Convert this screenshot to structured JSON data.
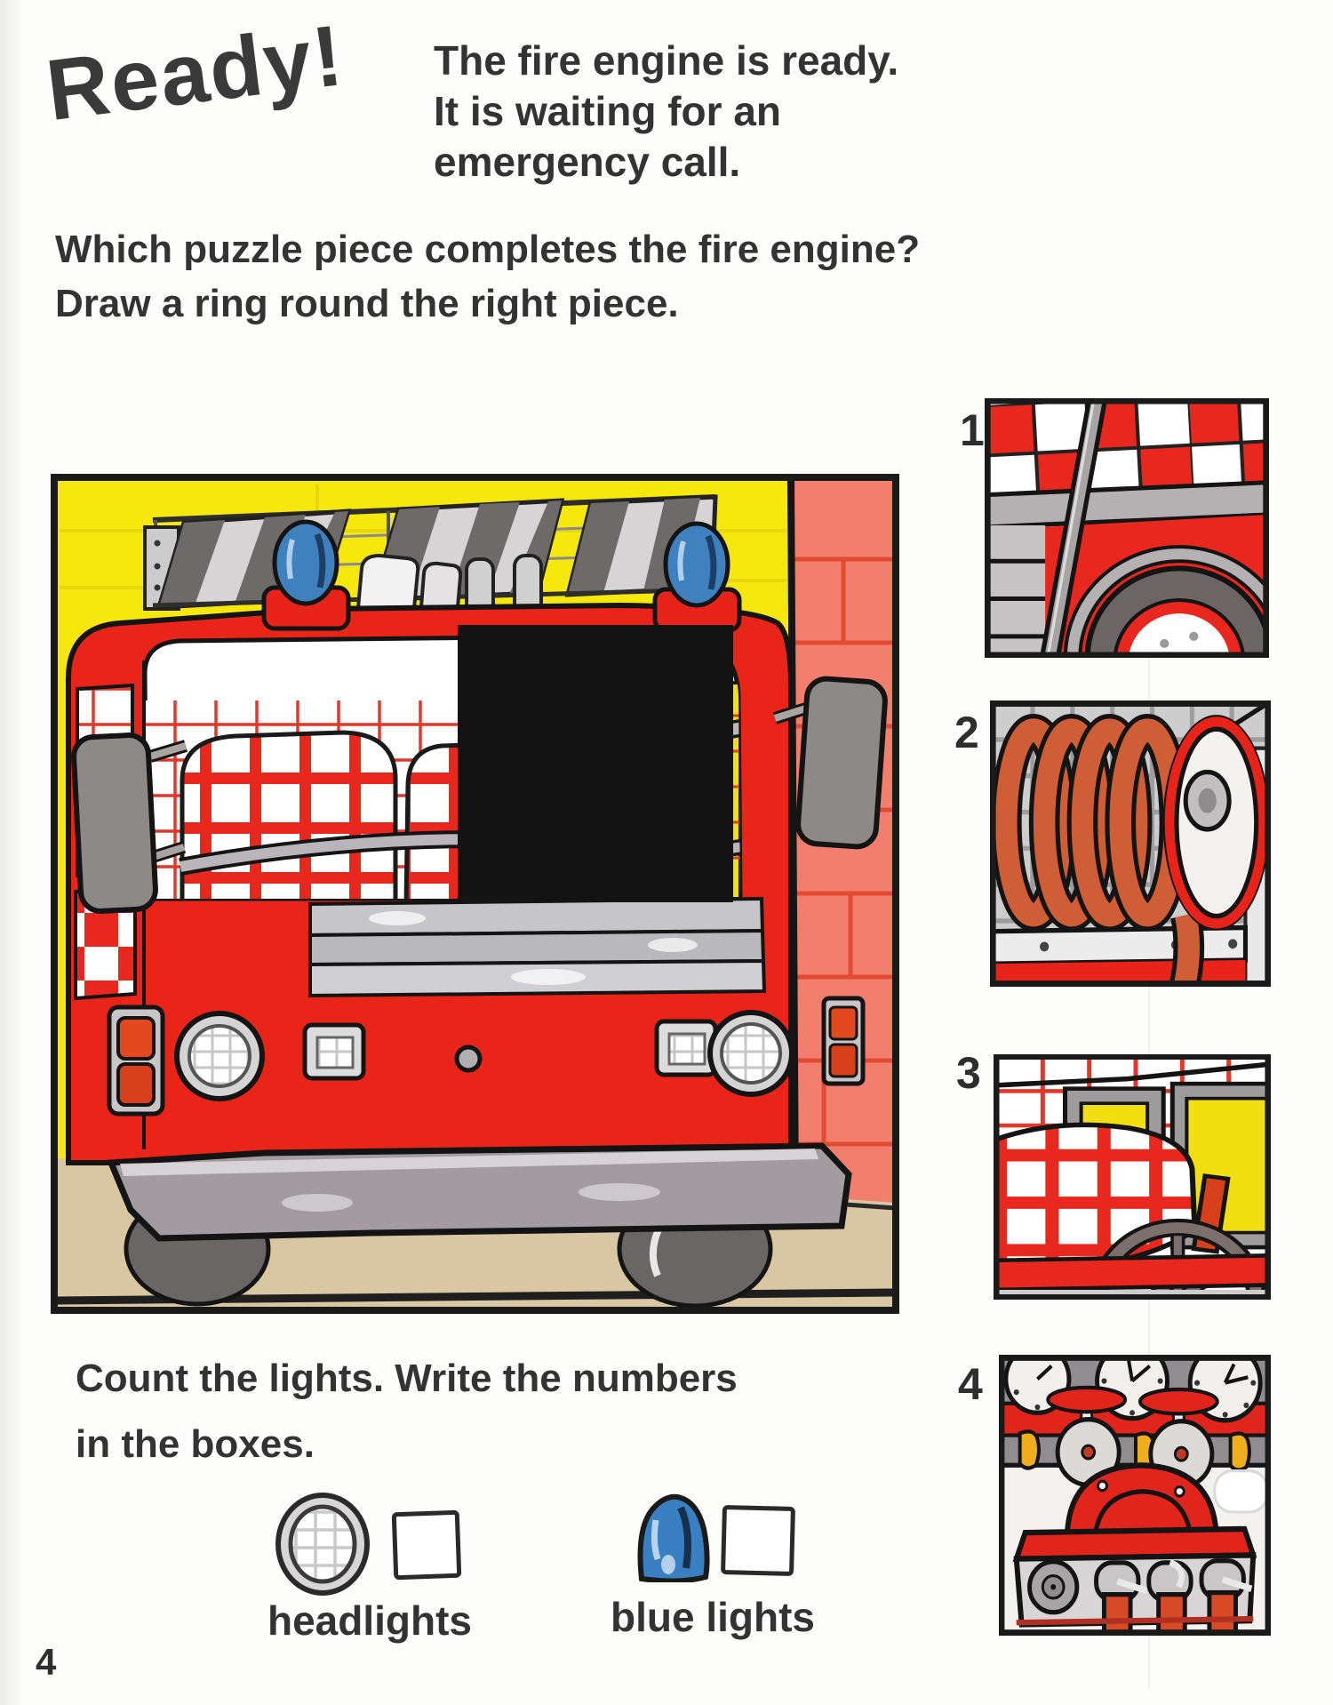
{
  "page": {
    "title": "Ready!",
    "intro_lines": [
      "The fire engine is ready.",
      "It is waiting for an",
      "emergency call."
    ],
    "question_lines": [
      "Which puzzle piece completes the fire engine?",
      "Draw a ring round the right piece."
    ],
    "page_number": "4"
  },
  "illustration": {
    "subject": "fire-engine-front-in-station",
    "missing_piece": "black-square-gap"
  },
  "pieces_panel": {
    "items": [
      {
        "number": "1",
        "icon": "fire-engine-side-wheel-piece"
      },
      {
        "number": "2",
        "icon": "hose-reel-piece"
      },
      {
        "number": "3",
        "icon": "cab-interior-steering-wheel-piece"
      },
      {
        "number": "4",
        "icon": "control-panel-gauges-piece"
      }
    ]
  },
  "count_section": {
    "lines": [
      "Count the lights. Write the numbers",
      "in the boxes."
    ],
    "items": [
      {
        "icon": "headlight-icon",
        "label": "headlights",
        "box_value": ""
      },
      {
        "icon": "blue-light-icon",
        "label": "blue lights",
        "box_value": ""
      }
    ]
  },
  "colors": {
    "red": "#e8241a",
    "yellow": "#f6e70c",
    "blue": "#3a7fc2",
    "brick": "#f27e6d",
    "ground": "#d9c6a2",
    "text": "#383838"
  }
}
